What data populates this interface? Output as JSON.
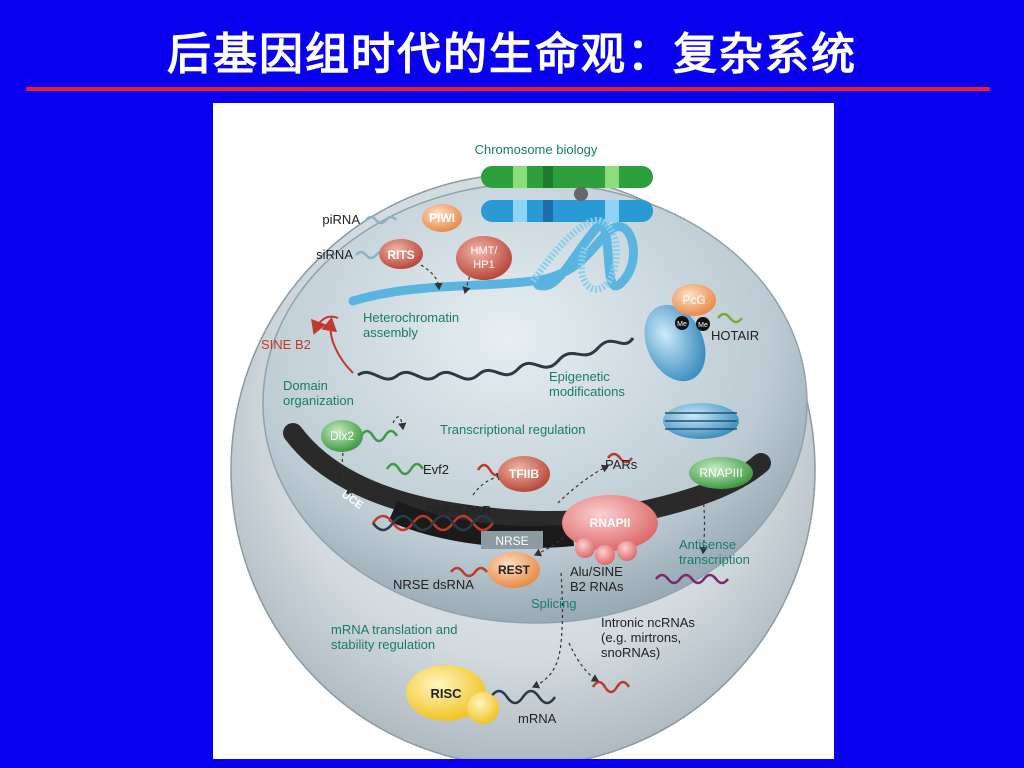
{
  "slide": {
    "title": "后基因组时代的生命观：复杂系统"
  },
  "colors": {
    "background": "#0a00f0",
    "title_text": "#ffffff",
    "rule": "#e82030",
    "label_green": "#1a7a6a",
    "label_red": "#c0392b",
    "chromatin_blue": "#5ab4e0",
    "rnapii_pink": "#e87878"
  },
  "diagram": {
    "labels": {
      "chromosome_biology": "Chromosome biology",
      "pirna": "piRNA",
      "piwi": "PIWI",
      "sirna": "siRNA",
      "rits": "RITS",
      "hmt_line1": "HMT/",
      "hmt_line2": "HP1",
      "pcg": "PcG",
      "me1": "Me",
      "me2": "Me",
      "hotair": "HOTAIR",
      "sine_b2": "SINE B2",
      "heterochromatin_line1": "Heterochromatin",
      "heterochromatin_line2": "assembly",
      "domain_line1": "Domain",
      "domain_line2": "organization",
      "epigenetic_line1": "Epigenetic",
      "epigenetic_line2": "modifications",
      "transcriptional_regulation": "Transcriptional regulation",
      "dlx2": "Dlx2",
      "evf2": "Evf2",
      "tfiib": "TFIIB",
      "pars": "PARs",
      "rnapiii": "RNAPIII",
      "uce": "UCE",
      "dhfr_par": "DHFR PAR",
      "rnapii": "RNAPII",
      "nrse": "NRSE",
      "antisense_line1": "Antisense",
      "antisense_line2": "transcription",
      "rest": "REST",
      "nrse_dsrna": "NRSE dsRNA",
      "alu_line1": "Alu/SINE",
      "alu_line2": "B2 RNAs",
      "splicing": "Splicing",
      "mrna_translation_line1": "mRNA translation and",
      "mrna_translation_line2": "stability regulation",
      "intronic_line1": "Intronic ncRNAs",
      "intronic_line2": "(e.g. mirtrons,",
      "intronic_line3": "snoRNAs)",
      "risc": "RISC",
      "mrna": "mRNA"
    }
  }
}
